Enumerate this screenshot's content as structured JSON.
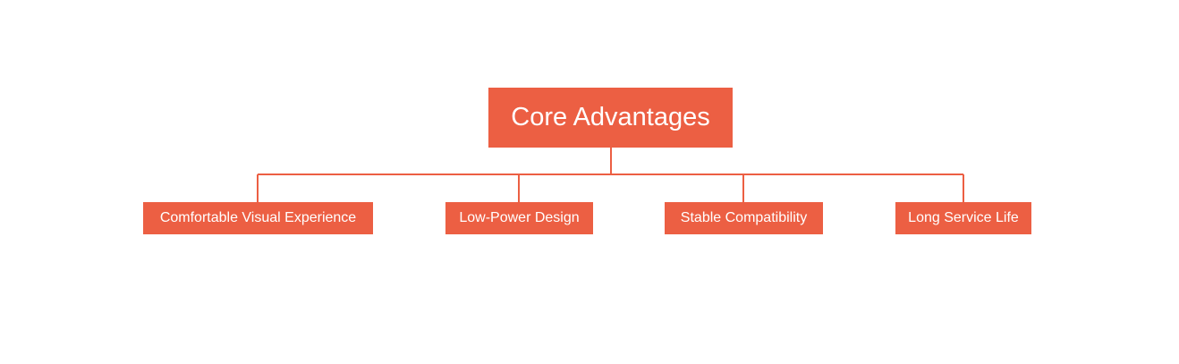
{
  "diagram": {
    "root": {
      "label": "Core Advantages"
    },
    "children": [
      {
        "label": "Comfortable Visual Experience"
      },
      {
        "label": "Low-Power Design"
      },
      {
        "label": "Stable Compatibility"
      },
      {
        "label": "Long Service Life"
      }
    ],
    "colors": {
      "box_fill": "#ec5f43",
      "connector": "#ec5f43",
      "text": "#ffffff",
      "background": "#ffffff"
    }
  }
}
